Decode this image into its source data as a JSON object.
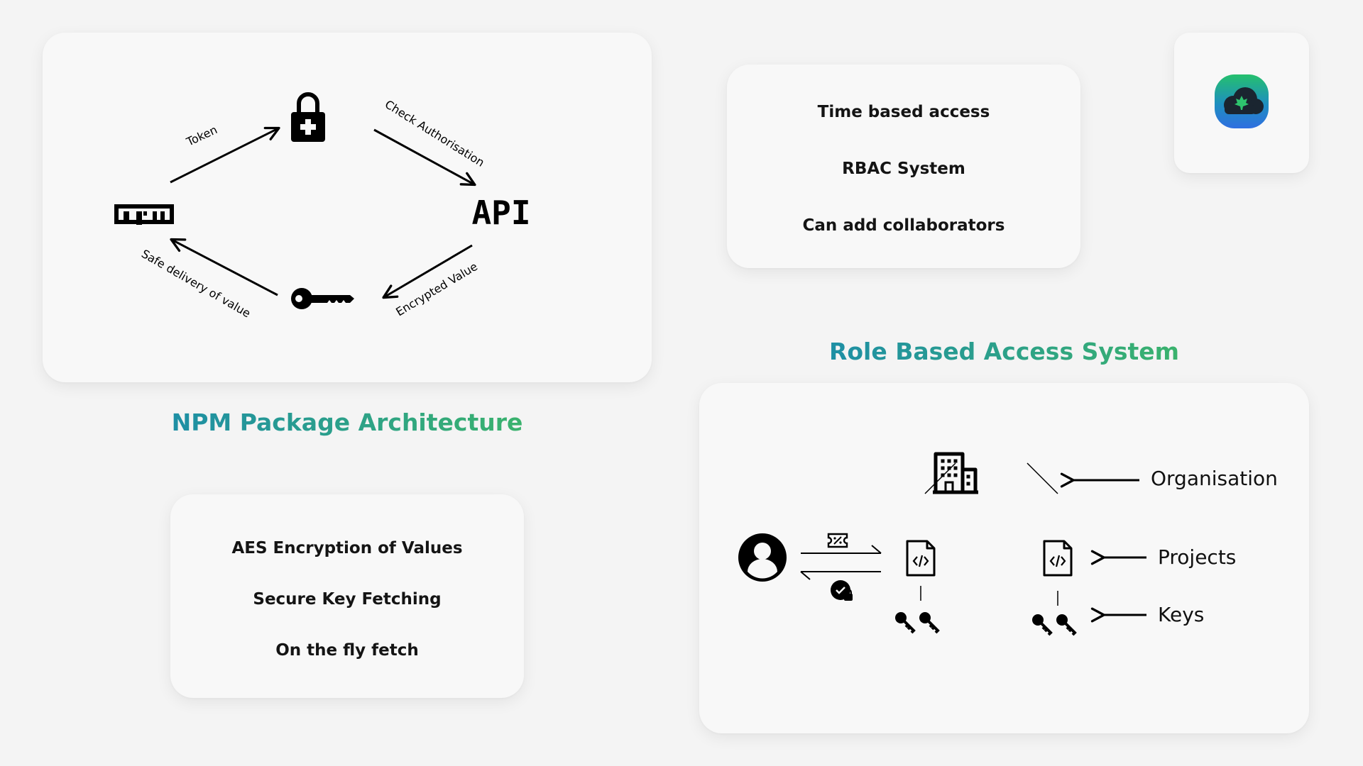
{
  "npm_diagram": {
    "npm_logo_text": "npm",
    "api_text": "API",
    "edges": {
      "token": "Token",
      "check_authorisation": "Check Authorisation",
      "encrypted_value": "Encrypted Value",
      "safe_delivery": "Safe delivery of value"
    },
    "icons": [
      "npm-logo",
      "lock-plus-icon",
      "api-label",
      "key-icon"
    ]
  },
  "npm_heading": "NPM Package Architecture",
  "features": [
    "Time based access",
    "RBAC System",
    "Can add collaborators"
  ],
  "app_logo": {
    "icon": "cloud-leaf-icon",
    "colors": [
      "#25c06d",
      "#1e8fc0",
      "#2f6fe0"
    ]
  },
  "rbac_heading": "Role Based Access System",
  "rbac_diagram": {
    "labels": {
      "organisation": "Organisation",
      "projects": "Projects",
      "keys": "Keys"
    },
    "icons": [
      "user-avatar-icon",
      "ticket-icon",
      "verified-lock-icon",
      "building-icon",
      "code-file-icon",
      "keys-icon"
    ]
  },
  "encryption_features": [
    "AES Encryption of Values",
    "Secure Key Fetching",
    "On the fly fetch"
  ],
  "colors": {
    "background": "#f4f4f4",
    "card": "#f8f8f8",
    "heading_gradient_start": "#1e8fa5",
    "heading_gradient_end": "#3ab26d",
    "ink": "#000000"
  }
}
